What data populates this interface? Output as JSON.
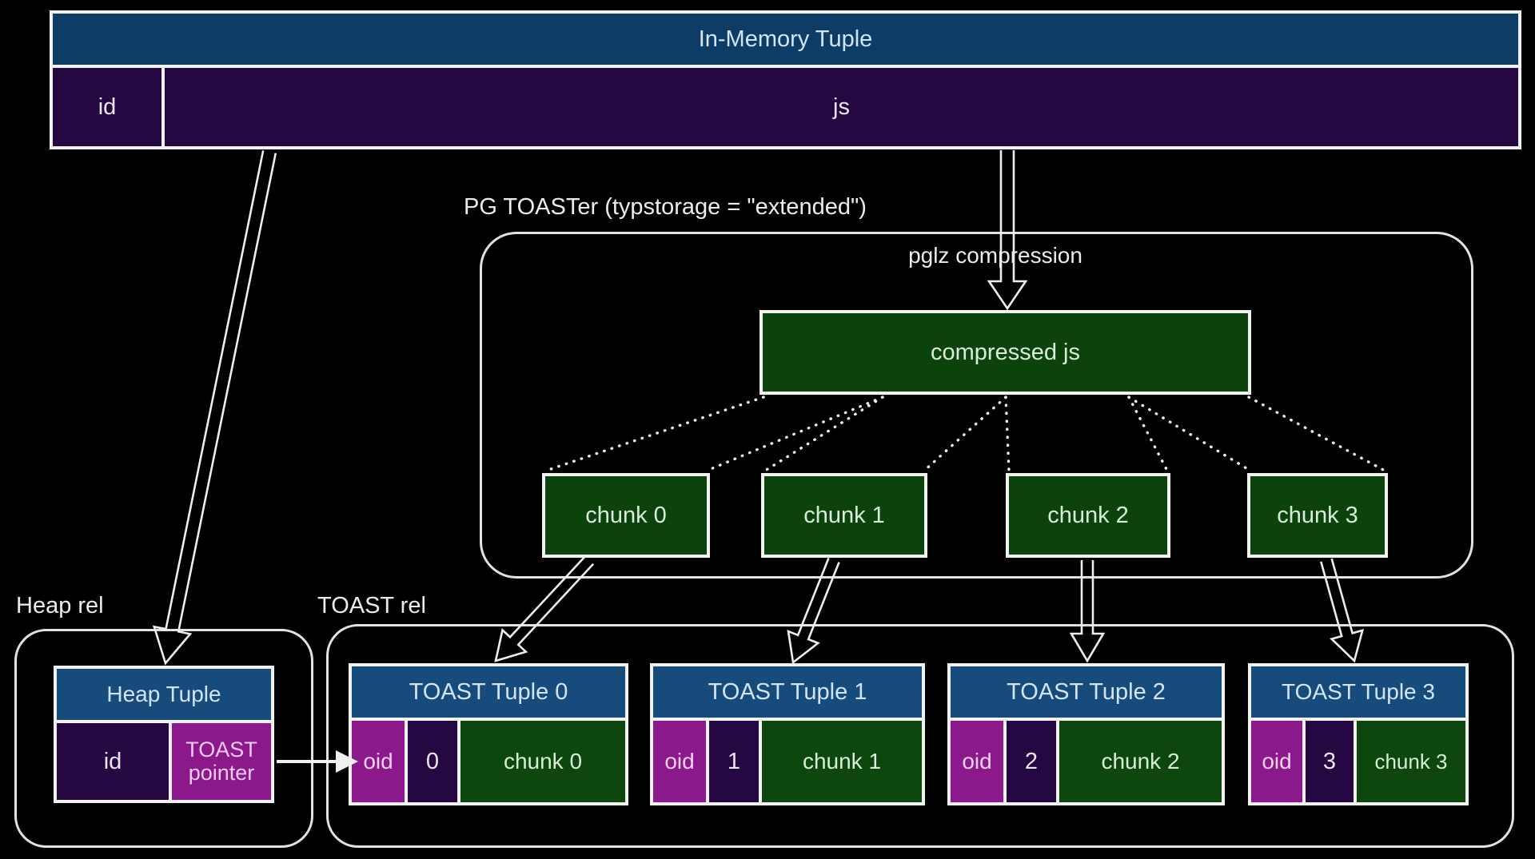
{
  "in_memory_tuple": {
    "title": "In-Memory Tuple",
    "id_cell": "id",
    "js_cell": "js"
  },
  "toaster": {
    "label": "PG TOASTer (typstorage = \"extended\")",
    "compression_label": "pglz compression",
    "compressed_label": "compressed js",
    "chunks": [
      {
        "label": "chunk 0"
      },
      {
        "label": "chunk 1"
      },
      {
        "label": "chunk 2"
      },
      {
        "label": "chunk 3"
      }
    ]
  },
  "heap_rel": {
    "label": "Heap rel",
    "tuple": {
      "title": "Heap Tuple",
      "id_cell": "id",
      "pointer_cell": "TOAST pointer"
    }
  },
  "toast_rel": {
    "label": "TOAST rel",
    "tuples": [
      {
        "title": "TOAST Tuple 0",
        "oid": "oid",
        "seq": "0",
        "chunk": "chunk 0"
      },
      {
        "title": "TOAST Tuple 1",
        "oid": "oid",
        "seq": "1",
        "chunk": "chunk 1"
      },
      {
        "title": "TOAST Tuple 2",
        "oid": "oid",
        "seq": "2",
        "chunk": "chunk 2"
      },
      {
        "title": "TOAST Tuple 3",
        "oid": "oid",
        "seq": "3",
        "chunk": "chunk 3"
      }
    ]
  },
  "colors": {
    "background": "#000000",
    "header_blue": "#174b7c",
    "top_header_blue": "#0d3c66",
    "purple_dark": "#250741",
    "magenta": "#8b198b",
    "green_dark": "#0c430d",
    "border_white": "#f2f2f2",
    "arrow_white": "#ededed"
  }
}
